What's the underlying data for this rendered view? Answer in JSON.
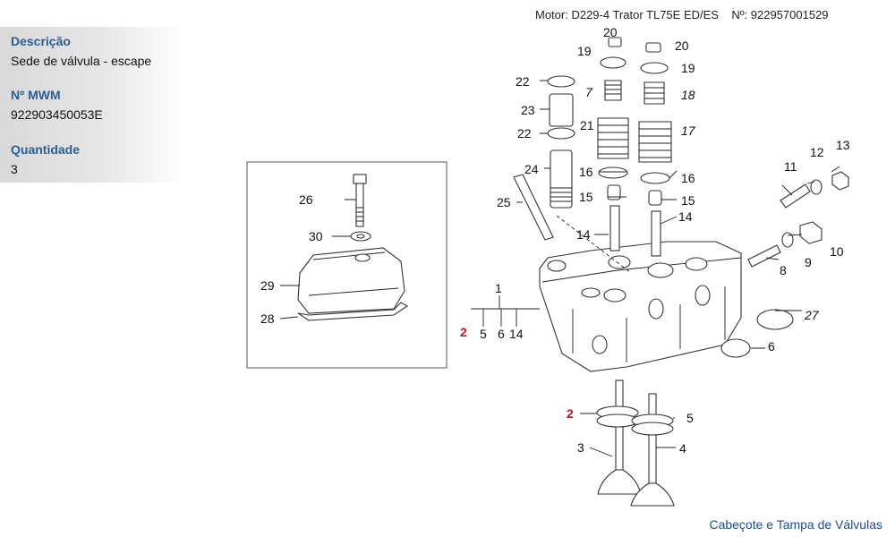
{
  "info": {
    "descricao_label": "Descrição",
    "descricao_value": "Sede de válvula - escape",
    "mwm_label": "Nº MWM",
    "mwm_value": "922903450053E",
    "quantidade_label": "Quantidade",
    "quantidade_value": "3"
  },
  "header": {
    "text": "Motor: D229-4 Trator TL75E ED/ES    Nº: 922957001529"
  },
  "caption": "Cabeçote e Tampa de Válvulas",
  "colors": {
    "label_blue": "#2a5f95",
    "highlight_red": "#c0161e",
    "caption_blue": "#1f4e8c"
  },
  "callouts": {
    "n20a": "20",
    "n20b": "20",
    "n19a": "19",
    "n19b": "19",
    "n22a": "22",
    "n22b": "22",
    "n23": "23",
    "n7": "7",
    "n18": "18",
    "n21": "21",
    "n17": "17",
    "n16a": "16",
    "n16b": "16",
    "n15a": "15",
    "n15b": "15",
    "n24": "24",
    "n25": "25",
    "n14a": "14",
    "n14b": "14",
    "n14c": "14",
    "n11": "11",
    "n12": "12",
    "n13": "13",
    "n8": "8",
    "n9": "9",
    "n10": "10",
    "n27": "27",
    "n6a": "6",
    "n6b": "6",
    "n1": "1",
    "n2a": "2",
    "n5a": "5",
    "n26": "26",
    "n30": "30",
    "n29": "29",
    "n28": "28",
    "n2b": "2",
    "n5b": "5",
    "n3": "3",
    "n4": "4"
  }
}
